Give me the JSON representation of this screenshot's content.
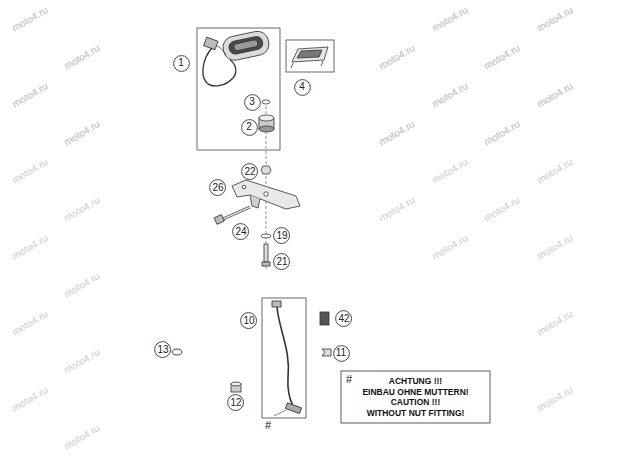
{
  "diagram": {
    "nodes": [
      {
        "text": [
          "1"
        ]
      },
      {
        "text": [
          "4"
        ]
      },
      {
        "text": [
          "3"
        ]
      },
      {
        "text": [
          "2"
        ]
      },
      {
        "text": [
          "22"
        ]
      },
      {
        "text": [
          "26"
        ]
      },
      {
        "text": [
          "24"
        ]
      },
      {
        "text": [
          "19"
        ]
      },
      {
        "text": [
          "21"
        ]
      },
      {
        "text": [
          "10"
        ]
      },
      {
        "text": [
          "42"
        ]
      },
      {
        "text": [
          "13"
        ]
      },
      {
        "text": [
          "11"
        ]
      },
      {
        "text": [
          "12"
        ]
      },
      {
        "text": [
          "#",
          "ACHTUNG !!!",
          "EINBAU OHNE MUTTERN!",
          "CAUTION !!!",
          "WITHOUT NUT FITTING!"
        ]
      }
    ],
    "labels": [
      "#",
      "moto4.ru",
      "moto4.ru",
      "moto4.ru",
      "moto4.ru",
      "moto4.ru",
      "moto4.ru",
      "moto4.ru",
      "moto4.ru",
      "moto4.ru",
      "moto4.ru",
      "moto4.ru",
      "moto4.ru",
      "moto4.ru",
      "moto4.ru",
      "moto4.ru",
      "moto4.ru",
      "moto4.ru",
      "moto4.ru",
      "moto4.ru",
      "moto4.ru",
      "moto4.ru",
      "moto4.ru",
      "moto4.ru",
      "moto4.ru",
      "moto4.ru",
      "moto4.ru",
      "moto4.ru",
      "moto4.ru",
      "moto4.ru",
      "moto4.ru",
      "moto4.ru",
      "moto4.ru",
      "moto4.ru",
      "moto4.ru",
      "moto4.ru",
      "moto4.ru",
      "moto4.ru",
      "moto4.ru",
      "moto4.ru",
      "moto4.ru"
    ]
  }
}
